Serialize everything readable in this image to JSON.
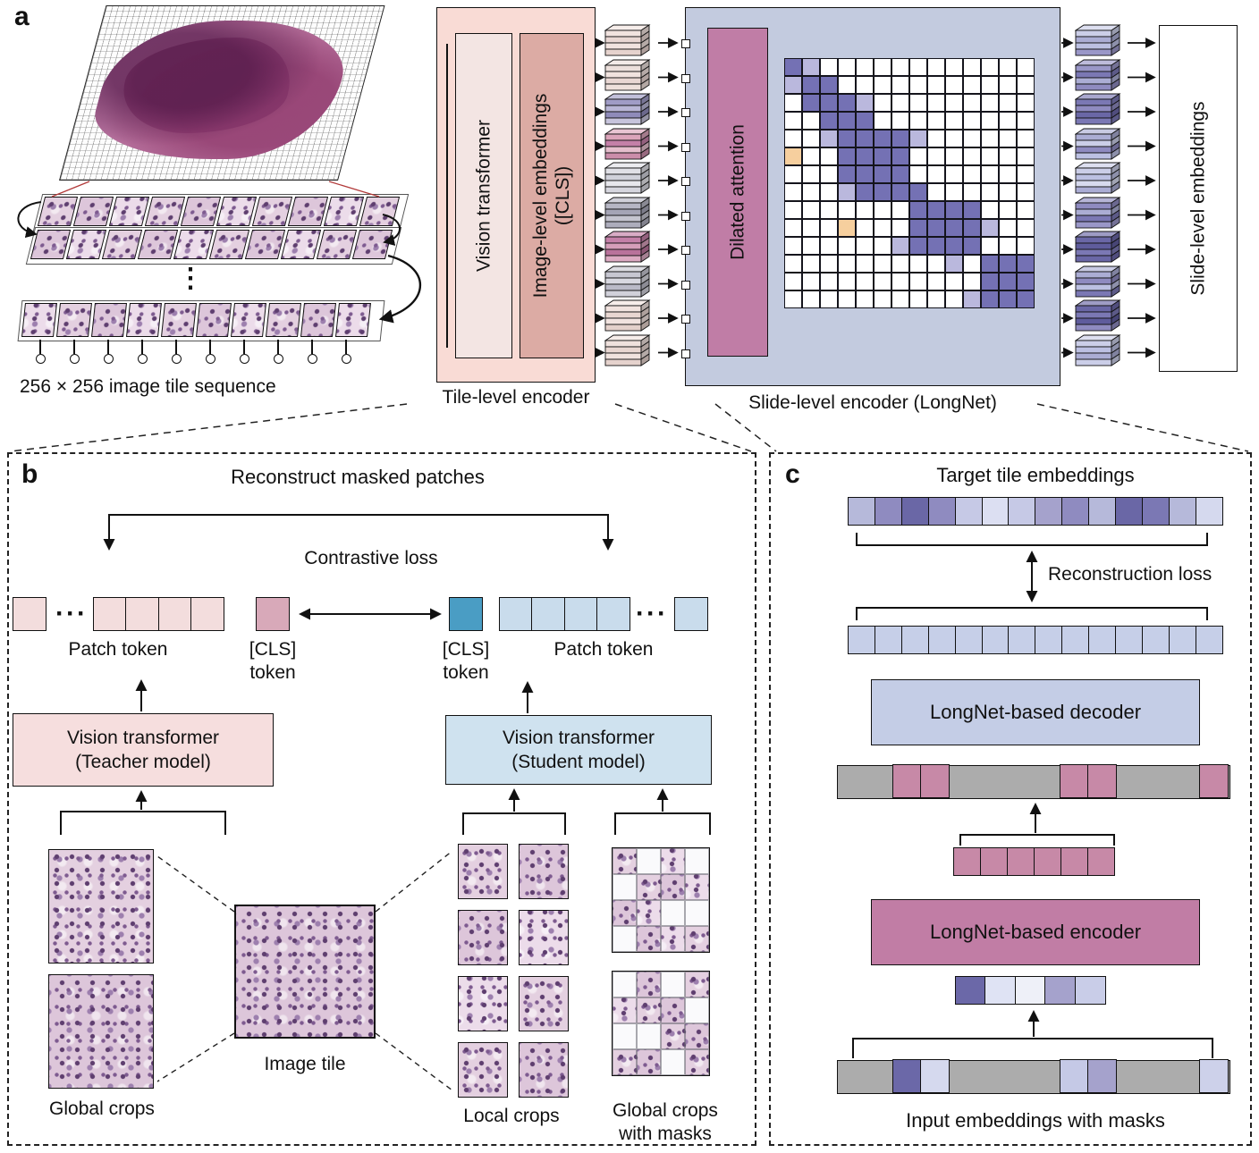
{
  "colors": {
    "tile_encoder_bg": "#f9dbd5",
    "vit_box": "#f3e5e3",
    "img_emb_box": "#dcaba4",
    "slide_encoder_bg": "#c3cbdf",
    "dilated_attention_box": "#c07da6",
    "attn_codes": {
      "0": "#ffffff",
      "1": "#7471b4",
      "2": "#bab8dd",
      "3": "#f6cf9e"
    },
    "patch_pink": "#f3dddd",
    "cls_pink": "#d8a9b9",
    "cls_blue": "#4a9dc4",
    "patch_blue": "#c9dcec",
    "teacher_box": "#f6dede",
    "student_box": "#cfe2ef",
    "decoder_box": "#c4cde6",
    "encoder_box": "#c17da5",
    "mask_pink": "#c789a7",
    "gray_bar": "#acacac",
    "slide_emb_box": "#ffffff"
  },
  "panel_a": {
    "label": "a",
    "tiles_per_row": 10,
    "num_embedding_streams": 10,
    "tile_sequence_caption": "256 × 256 image tile sequence",
    "vertical_ellipsis": "⋮",
    "vision_transformer_label": "Vision transformer",
    "image_embeddings_line1": "Image-level embeddings",
    "image_embeddings_line2": "([CLS])",
    "tile_encoder_caption": "Tile-level encoder",
    "dilated_attention_label": "Dilated attention",
    "slide_encoder_caption": "Slide-level encoder (LongNet)",
    "slide_embeddings_label": "Slide-level embeddings",
    "attention_grid": [
      [
        1,
        2,
        0,
        0,
        0,
        0,
        0,
        0,
        0,
        0,
        0,
        0,
        0,
        0
      ],
      [
        2,
        1,
        1,
        0,
        0,
        0,
        0,
        0,
        0,
        0,
        0,
        0,
        0,
        0
      ],
      [
        0,
        1,
        1,
        1,
        2,
        0,
        0,
        0,
        0,
        0,
        0,
        0,
        0,
        0
      ],
      [
        0,
        0,
        1,
        1,
        1,
        0,
        0,
        0,
        0,
        0,
        0,
        0,
        0,
        0
      ],
      [
        0,
        0,
        2,
        1,
        1,
        1,
        1,
        2,
        0,
        0,
        0,
        0,
        0,
        0
      ],
      [
        3,
        0,
        0,
        1,
        1,
        1,
        1,
        0,
        0,
        0,
        0,
        0,
        0,
        0
      ],
      [
        0,
        0,
        0,
        1,
        1,
        1,
        1,
        0,
        0,
        0,
        0,
        0,
        0,
        0
      ],
      [
        0,
        0,
        0,
        2,
        1,
        1,
        1,
        1,
        0,
        0,
        0,
        0,
        0,
        0
      ],
      [
        0,
        0,
        0,
        0,
        0,
        0,
        0,
        1,
        1,
        1,
        1,
        0,
        0,
        0
      ],
      [
        0,
        0,
        0,
        3,
        0,
        0,
        0,
        1,
        1,
        1,
        1,
        2,
        0,
        0
      ],
      [
        0,
        0,
        0,
        0,
        0,
        0,
        2,
        1,
        1,
        1,
        1,
        0,
        0,
        0
      ],
      [
        0,
        0,
        0,
        0,
        0,
        0,
        0,
        0,
        0,
        2,
        0,
        1,
        1,
        1
      ],
      [
        0,
        0,
        0,
        0,
        0,
        0,
        0,
        0,
        0,
        0,
        0,
        1,
        1,
        1
      ],
      [
        0,
        0,
        0,
        0,
        0,
        0,
        0,
        0,
        0,
        0,
        2,
        1,
        1,
        1
      ]
    ],
    "tile_cube_stacks": [
      [
        "#f1e3df",
        "#e9d7d3",
        "#f1e3df",
        "#e6d3ce"
      ],
      [
        "#ece0dc",
        "#f1e3df",
        "#e9d7d3",
        "#eee0db"
      ],
      [
        "#a09cc6",
        "#b9b6d6",
        "#8f8bba",
        "#c7c4dc"
      ],
      [
        "#dba4ba",
        "#c480a8",
        "#e5becd",
        "#cb8daa"
      ],
      [
        "#e0e0e6",
        "#d0d1da",
        "#e7e7ec",
        "#d6d6de"
      ],
      [
        "#b6b6c4",
        "#a5a5b6",
        "#c4c4cf",
        "#adadbc"
      ],
      [
        "#c480a8",
        "#d69eba",
        "#b9729b",
        "#dcaac2"
      ],
      [
        "#c7c7d1",
        "#d8d8e0",
        "#babac7",
        "#d1d1da"
      ],
      [
        "#f1e3df",
        "#e8d6d1",
        "#f1e3df",
        "#e4d1cb"
      ],
      [
        "#efe1dd",
        "#e8d6d1",
        "#f0e2de",
        "#e5d2cd"
      ]
    ],
    "slide_cube_stacks": [
      [
        "#cbcee8",
        "#abadd4",
        "#bcc0e2",
        "#9a97c8"
      ],
      [
        "#9a97c8",
        "#7b78b4",
        "#abadd4",
        "#8f8bc0"
      ],
      [
        "#7b78b4",
        "#8f8bc0",
        "#6a67a6",
        "#7b78b4"
      ],
      [
        "#abadd4",
        "#cbcee8",
        "#8f8bc0",
        "#bcc0e2"
      ],
      [
        "#cbcee8",
        "#bcc0e2",
        "#d7daee",
        "#abadd4"
      ],
      [
        "#8f8bc0",
        "#abadd4",
        "#7b78b4",
        "#9a97c8"
      ],
      [
        "#6a67a6",
        "#5f5c9c",
        "#7b78b4",
        "#6a67a6"
      ],
      [
        "#abadd4",
        "#8f8bc0",
        "#bcc0e2",
        "#7b78b4"
      ],
      [
        "#6a67a6",
        "#7b78b4",
        "#5f5c9c",
        "#8f8bc0"
      ],
      [
        "#cbcee8",
        "#bcc0e2",
        "#abadd4",
        "#cbcee8"
      ]
    ]
  },
  "panel_b": {
    "label": "b",
    "reconstruct_title": "Reconstruct masked patches",
    "contrastive_loss_label": "Contrastive loss",
    "ellipsis": "···",
    "patch_token_left_label": "Patch token",
    "cls_left_line1": "[CLS]",
    "cls_left_line2": "token",
    "cls_right_line1": "[CLS]",
    "cls_right_line2": "token",
    "patch_token_right_label": "Patch token",
    "teacher_line1": "Vision transformer",
    "teacher_line2": "(Teacher model)",
    "student_line1": "Vision transformer",
    "student_line2": "(Student model)",
    "global_crops_label": "Global crops",
    "image_tile_label": "Image tile",
    "local_crops_label": "Local crops",
    "masked_crops_line1": "Global crops",
    "masked_crops_line2": "with masks",
    "local_crop_rows": 4,
    "local_crop_cols": 2,
    "mask_grid_1": [
      [
        0,
        1,
        0,
        1
      ],
      [
        1,
        0,
        0,
        0
      ],
      [
        0,
        0,
        1,
        1
      ],
      [
        1,
        0,
        0,
        0
      ]
    ],
    "mask_grid_2": [
      [
        1,
        0,
        1,
        0
      ],
      [
        0,
        0,
        0,
        1
      ],
      [
        1,
        1,
        0,
        0
      ],
      [
        0,
        0,
        1,
        0
      ]
    ]
  },
  "panel_c": {
    "label": "c",
    "target_embeddings_label": "Target tile embeddings",
    "reconstruction_loss_label": "Reconstruction loss",
    "decoder_label": "LongNet-based decoder",
    "encoder_label": "LongNet-based encoder",
    "input_embeddings_label": "Input embeddings with masks",
    "target_row": [
      "#b6b9da",
      "#8f8bc0",
      "#6a67a6",
      "#8f8bc0",
      "#c6c9e6",
      "#dcdff2",
      "#c6c9e6",
      "#a5a2cc",
      "#8f8bc0",
      "#b6b9da",
      "#6a67a6",
      "#7b78b4",
      "#b6b9da",
      "#d5d9ee"
    ],
    "reconstructed_row": [
      "#c6cfe8",
      "#c6cfe8",
      "#c6cfe8",
      "#c6cfe8",
      "#c6cfe8",
      "#c6cfe8",
      "#c6cfe8",
      "#c6cfe8",
      "#c6cfe8",
      "#c6cfe8",
      "#c6cfe8",
      "#c6cfe8",
      "#c6cfe8",
      "#c6cfe8"
    ],
    "masked_bar_top": [
      null,
      null,
      "#c789a7",
      "#c789a7",
      null,
      null,
      null,
      null,
      "#c789a7",
      "#c789a7",
      null,
      null,
      null,
      "#c789a7"
    ],
    "encoder_output_row": [
      "#c789a7",
      "#c789a7",
      "#c789a7",
      "#c789a7",
      "#c789a7",
      "#c789a7"
    ],
    "encoder_input_row": [
      "#6b68a8",
      "#dfe3f4",
      "#eef0f8",
      "#a5a2cc",
      "#c9cde8"
    ],
    "masked_bar_bottom": [
      null,
      null,
      "#6b68a8",
      "#d5d9ee",
      null,
      null,
      null,
      null,
      "#c5c9e6",
      "#a5a2cc",
      null,
      null,
      null,
      "#cdd1ea"
    ]
  }
}
